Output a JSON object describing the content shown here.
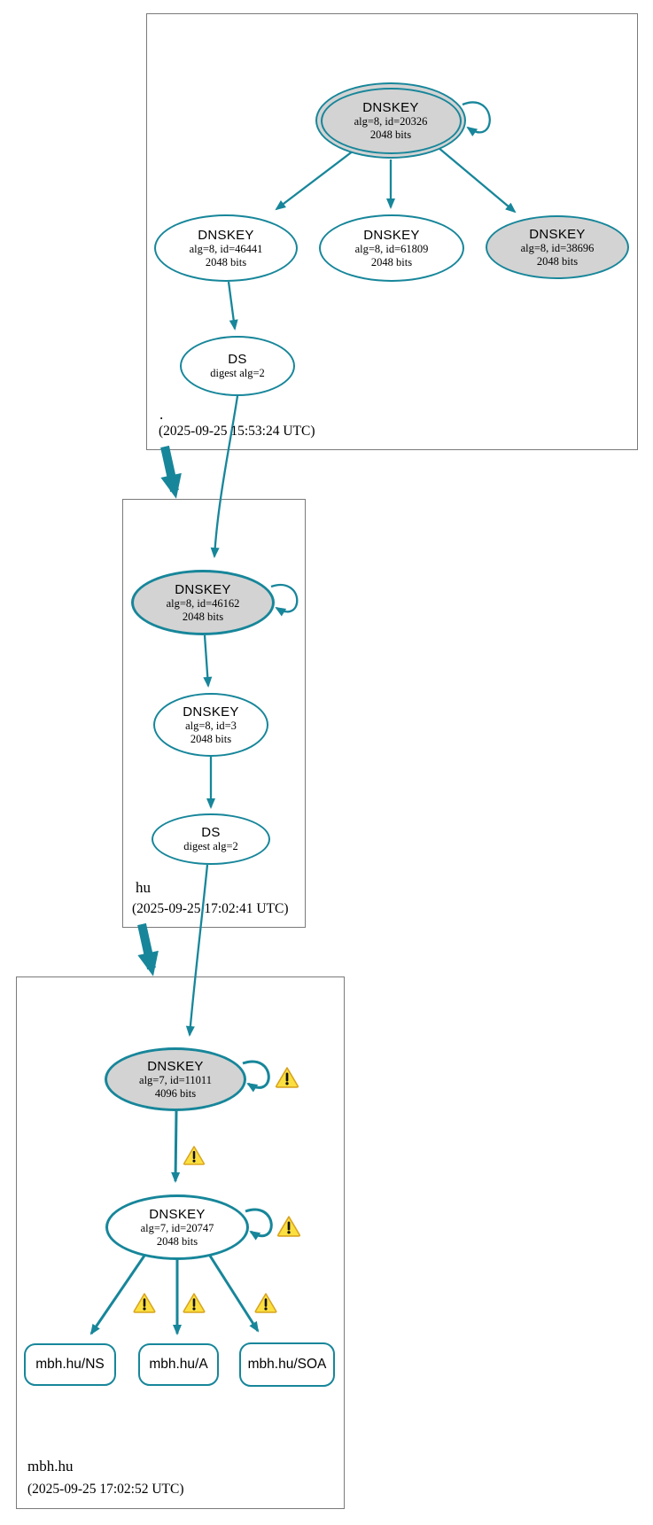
{
  "colors": {
    "edge": "#17869a",
    "node_fill_gray": "#d3d3d3",
    "box_border": "#7a7a7a",
    "warning_fill": "#fbdf3f",
    "warning_border": "#d8a31e"
  },
  "zones": [
    {
      "name": ".",
      "timestamp": "(2025-09-25 15:53:24 UTC)",
      "nodes": [
        {
          "title": "DNSKEY",
          "detail1": "alg=8, id=20326",
          "detail2": "2048 bits"
        },
        {
          "title": "DNSKEY",
          "detail1": "alg=8, id=46441",
          "detail2": "2048 bits"
        },
        {
          "title": "DNSKEY",
          "detail1": "alg=8, id=61809",
          "detail2": "2048 bits"
        },
        {
          "title": "DNSKEY",
          "detail1": "alg=8, id=38696",
          "detail2": "2048 bits"
        },
        {
          "title": "DS",
          "detail1": "digest alg=2"
        }
      ]
    },
    {
      "name": "hu",
      "timestamp": "(2025-09-25 17:02:41 UTC)",
      "nodes": [
        {
          "title": "DNSKEY",
          "detail1": "alg=8, id=46162",
          "detail2": "2048 bits"
        },
        {
          "title": "DNSKEY",
          "detail1": "alg=8, id=3",
          "detail2": "2048 bits"
        },
        {
          "title": "DS",
          "detail1": "digest alg=2"
        }
      ]
    },
    {
      "name": "mbh.hu",
      "timestamp": "(2025-09-25 17:02:52 UTC)",
      "nodes": [
        {
          "title": "DNSKEY",
          "detail1": "alg=7, id=11011",
          "detail2": "4096 bits"
        },
        {
          "title": "DNSKEY",
          "detail1": "alg=7, id=20747",
          "detail2": "2048 bits"
        },
        {
          "title": "mbh.hu/NS"
        },
        {
          "title": "mbh.hu/A"
        },
        {
          "title": "mbh.hu/SOA"
        }
      ]
    }
  ]
}
